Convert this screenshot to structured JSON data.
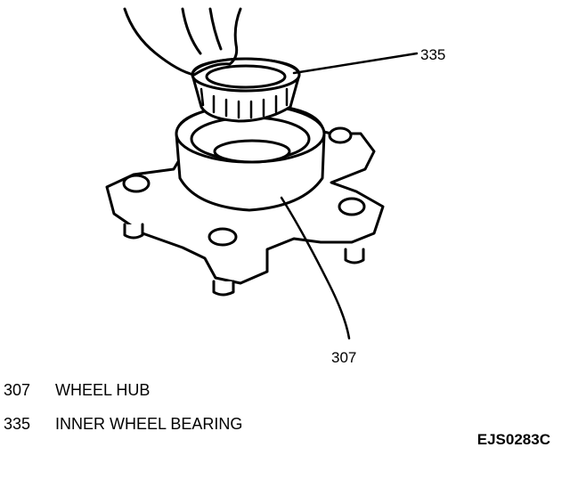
{
  "callouts": [
    {
      "number": "335"
    },
    {
      "number": "307"
    }
  ],
  "legend": [
    {
      "number": "307",
      "label": "WHEEL HUB"
    },
    {
      "number": "335",
      "label": "INNER WHEEL BEARING"
    }
  ],
  "figure_code": "EJS0283C"
}
